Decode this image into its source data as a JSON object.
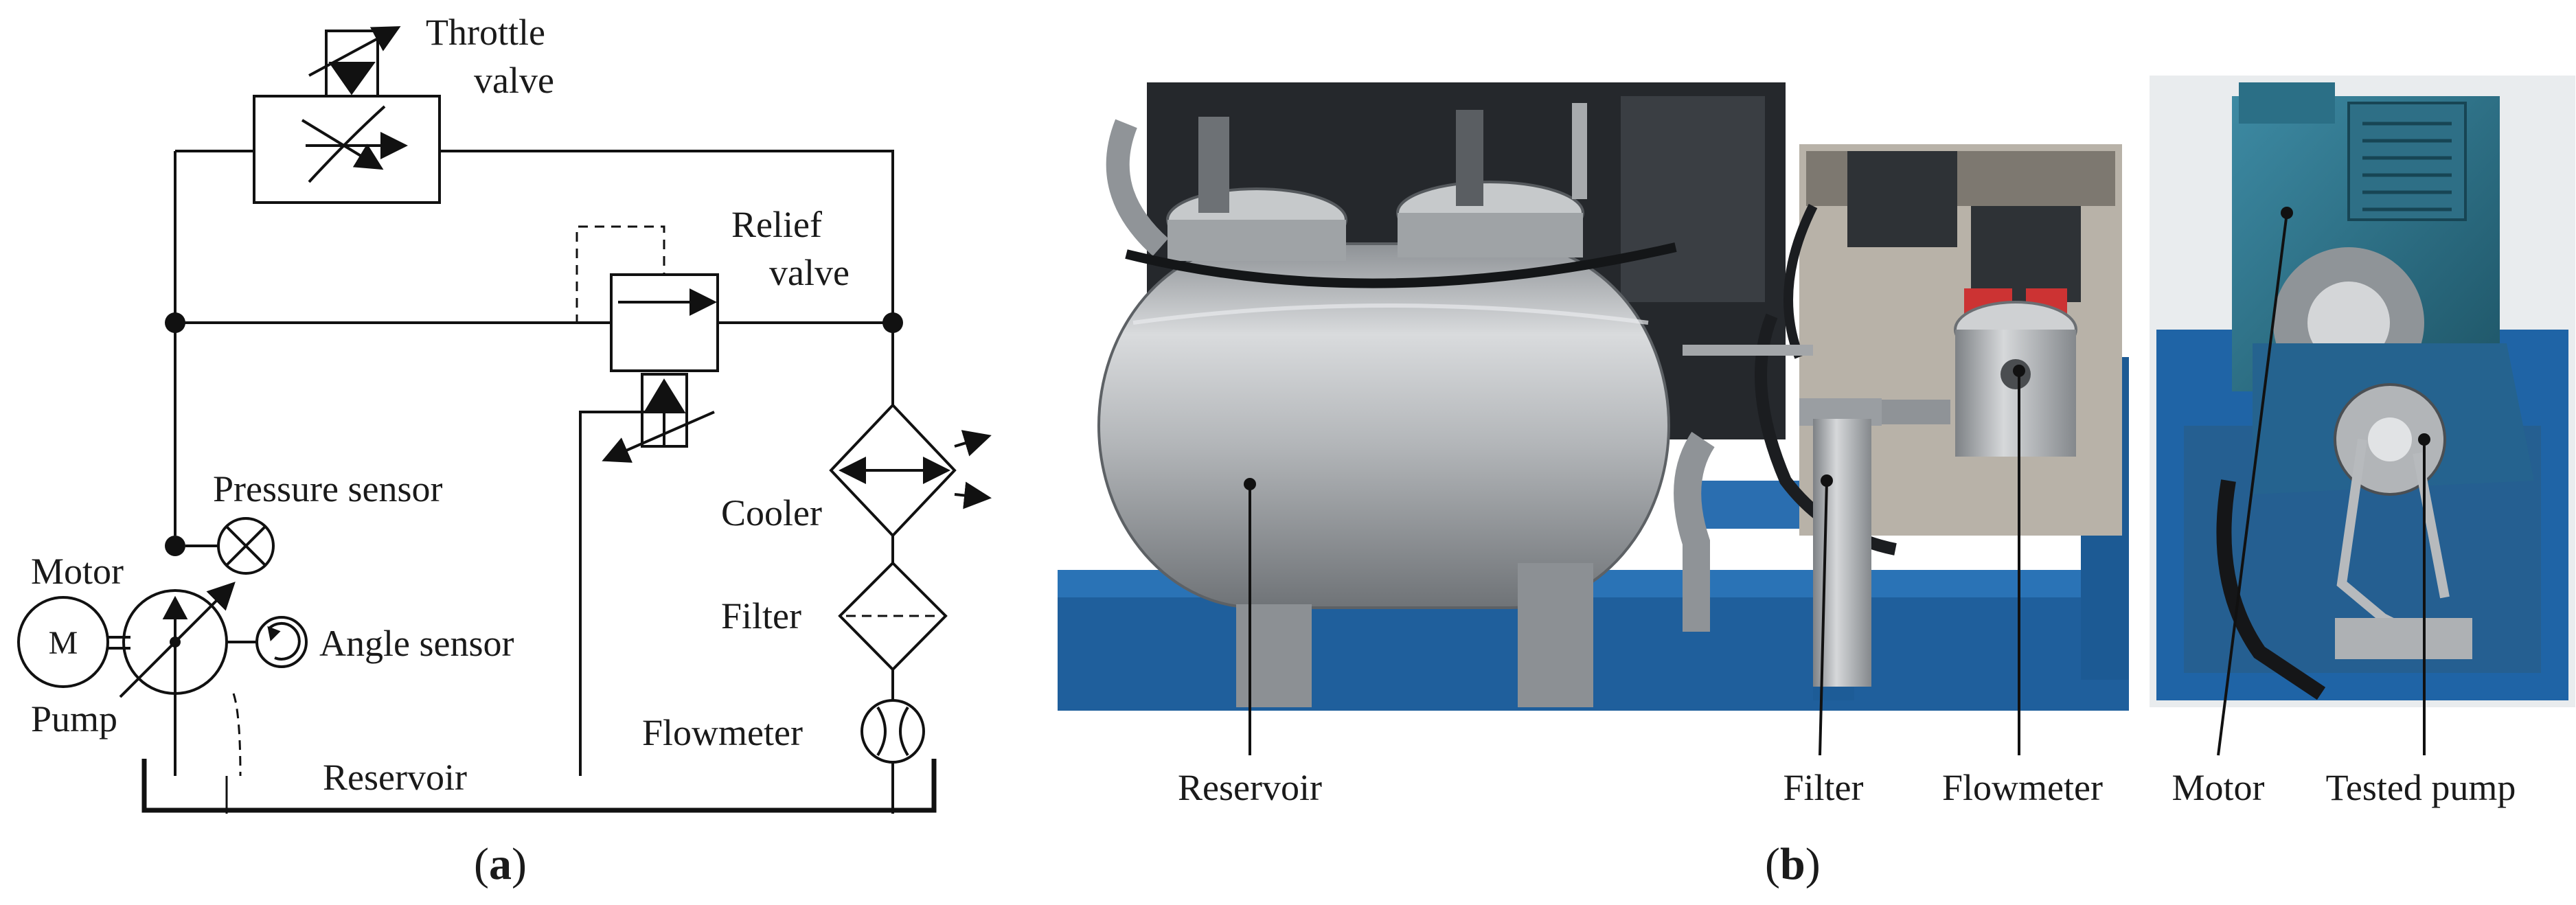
{
  "schematic": {
    "labels": {
      "throttle_valve_line1": "Throttle",
      "throttle_valve_line2": "valve",
      "relief_valve_line1": "Relief",
      "relief_valve_line2": "valve",
      "pressure_sensor": "Pressure sensor",
      "motor": "Motor",
      "motor_symbol": "M",
      "angle_sensor": "Angle sensor",
      "pump": "Pump",
      "reservoir": "Reservoir",
      "cooler": "Cooler",
      "filter": "Filter",
      "flowmeter": "Flowmeter"
    },
    "caption_open": "(",
    "caption_letter": "a",
    "caption_close": ")"
  },
  "photos": {
    "labels": {
      "reservoir": "Reservoir",
      "filter": "Filter",
      "flowmeter": "Flowmeter",
      "motor": "Motor",
      "tested_pump": "Tested pump"
    },
    "caption_open": "(",
    "caption_letter": "b",
    "caption_close": ")"
  },
  "colors": {
    "line": "#111111",
    "steel": "#b9bcbf",
    "frame_blue": "#1f5f9c",
    "teal_motor": "#2b6f86",
    "dark_panel": "#2a2d31"
  }
}
